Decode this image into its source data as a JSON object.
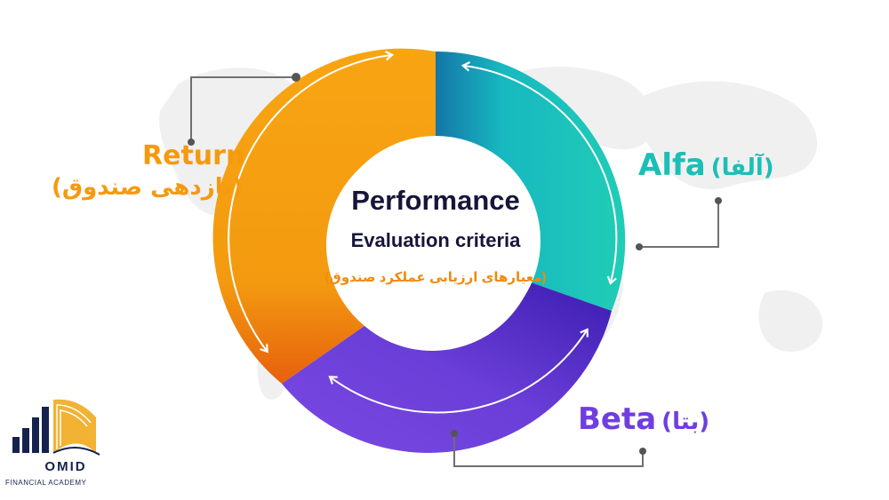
{
  "center": {
    "title": "Performance",
    "subtitle": "Evaluation criteria",
    "persian": "(معیارهای ارزیابی عملکرد صندوق)"
  },
  "segments": {
    "return": {
      "label": "Return",
      "persian": "(بازدهی صندوق)",
      "color": "#f59a0f"
    },
    "alfa": {
      "label": "Alfa",
      "persian": "(آلفا)",
      "color": "#1bbfb5"
    },
    "beta": {
      "label": "Beta",
      "persian": "(بتا)",
      "color": "#6f3ee0"
    }
  },
  "logo": {
    "name": "OMID",
    "tagline": "FINANCIAL ACADEMY",
    "navy": "#16224e",
    "gold": "#f2b233"
  }
}
